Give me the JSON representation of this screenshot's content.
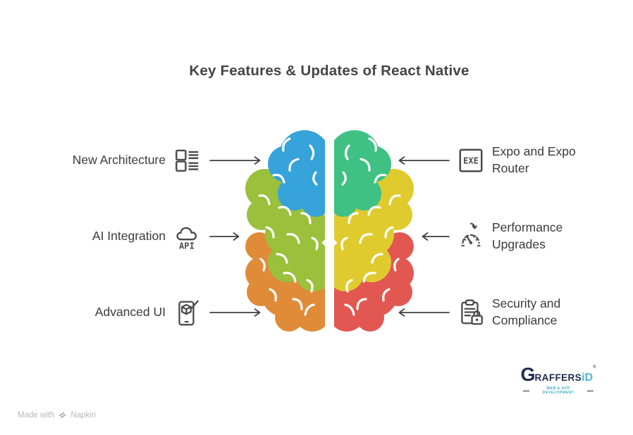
{
  "title": "Key Features & Updates of React Native",
  "features": {
    "left": [
      {
        "label": "New Architecture",
        "icon": "layout-list-icon"
      },
      {
        "label": "AI Integration",
        "icon": "cloud-api-icon",
        "icon_text": "API"
      },
      {
        "label": "Advanced UI",
        "icon": "mobile-paint-icon"
      }
    ],
    "right": [
      {
        "label": "Expo and Expo Router",
        "icon": "exe-box-icon",
        "icon_text": "EXE"
      },
      {
        "label": "Performance Upgrades",
        "icon": "speedometer-icon"
      },
      {
        "label": "Security and Compliance",
        "icon": "clipboard-lock-icon"
      }
    ]
  },
  "brain": {
    "left_top": "#36a3da",
    "left_mid": "#9ac03c",
    "left_bottom": "#e08b38",
    "right_top": "#3ec183",
    "right_mid": "#e0cb2f",
    "right_bottom": "#e25750"
  },
  "watermark": {
    "made_with": "Made with",
    "brand": "Napkin"
  },
  "logo": {
    "g": "G",
    "name_rest": "RAFFERS",
    "accent": "iD",
    "registered": "®",
    "tagline": "WEB & APP DEVELOPMENT",
    "navy": "#1e2a4a",
    "cyan": "#53b5d5"
  }
}
